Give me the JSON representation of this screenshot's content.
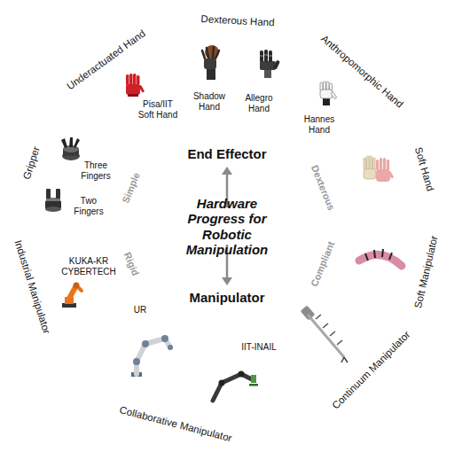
{
  "diagram": {
    "nodes": [
      {
        "text": [
          "Hardware Progress for Robotic Manipulation",
          "End Effector",
          "Manipulator"
        ]
      },
      {
        "text": [
          "Gripper",
          "Three Fingers",
          "Two Fingers"
        ]
      },
      {
        "text": [
          "Underactuated Hand",
          "Pisa/IIT Soft Hand"
        ]
      },
      {
        "text": [
          "Dexterous Hand",
          "Shadow Hand",
          "Allegro Hand"
        ]
      },
      {
        "text": [
          "Anthropomorphic Hand",
          "Hannes Hand"
        ]
      },
      {
        "text": [
          "Soft Hand"
        ]
      },
      {
        "text": [
          "Industrial Manipulator",
          "KUKA-KR CYBERTECH"
        ]
      },
      {
        "text": [
          "Collaborative Manipulator",
          "UR",
          "IIT-INAIL"
        ]
      },
      {
        "text": [
          "Continuum Manipulator"
        ]
      },
      {
        "text": [
          "Soft Manipulator"
        ]
      }
    ],
    "labels": [
      "Simple",
      "Dexterous",
      "Rigid",
      "Compliant"
    ]
  }
}
